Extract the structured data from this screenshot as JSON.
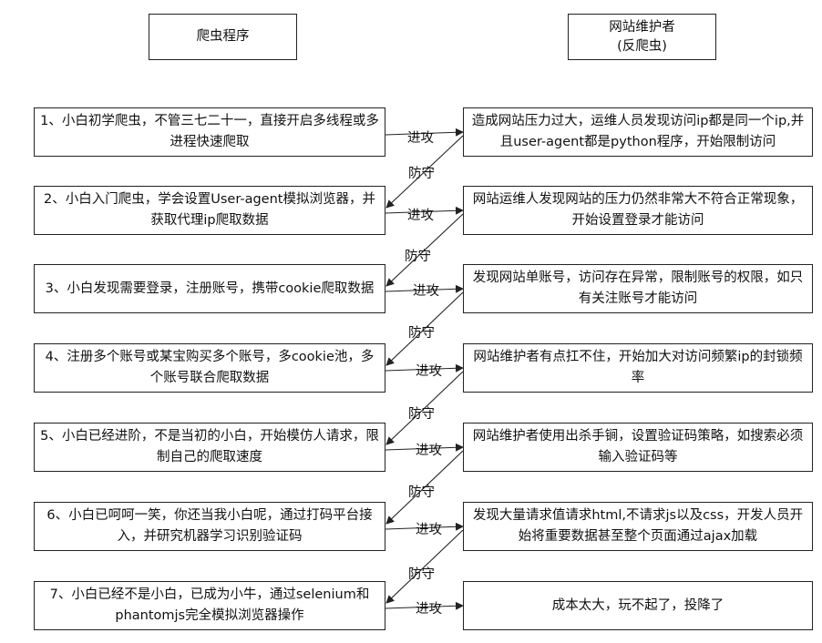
{
  "headers": {
    "left": "爬虫程序",
    "right_line1": "网站维护者",
    "right_line2": "(反爬虫)"
  },
  "rows": [
    {
      "left": "1、小白初学爬虫，不管三七二十一，直接开启多线程或多进程快速爬取",
      "right": "造成网站压力过大，运维人员发现访问ip都是同一个ip,并且user-agent都是python程序，开始限制访问"
    },
    {
      "left": "2、小白入门爬虫，学会设置User-agent模拟浏览器，并获取代理ip爬取数据",
      "right": "网站运维人发现网站的压力仍然非常大不符合正常现象，开始设置登录才能访问"
    },
    {
      "left": "3、小白发现需要登录，注册账号，携带cookie爬取数据",
      "right": "发现网站单账号，访问存在异常，限制账号的权限，如只有关注账号才能访问"
    },
    {
      "left": "4、注册多个账号或某宝购买多个账号，多cookie池，多个账号联合爬取数据",
      "right": "网站维护者有点扛不住，开始加大对访问频繁ip的封锁频率"
    },
    {
      "left": "5、小白已经进阶，不是当初的小白，开始模仿人请求，限制自己的爬取速度",
      "right": "网站维护者使用出杀手锏，设置验证码策略，如搜索必须输入验证码等"
    },
    {
      "left": "6、小白已呵呵一笑，你还当我小白呢，通过打码平台接入，并研究机器学习识别验证码",
      "right": "发现大量请求值请求html,不请求js以及css，开发人员开始将重要数据甚至整个页面通过ajax加载"
    },
    {
      "left": "7、小白已经不是小白，已成为小牛，通过selenium和phantomjs完全模拟浏览器操作",
      "right": "成本太大，玩不起了，投降了"
    }
  ],
  "attack_label": "进攻",
  "defend_label": "防守"
}
